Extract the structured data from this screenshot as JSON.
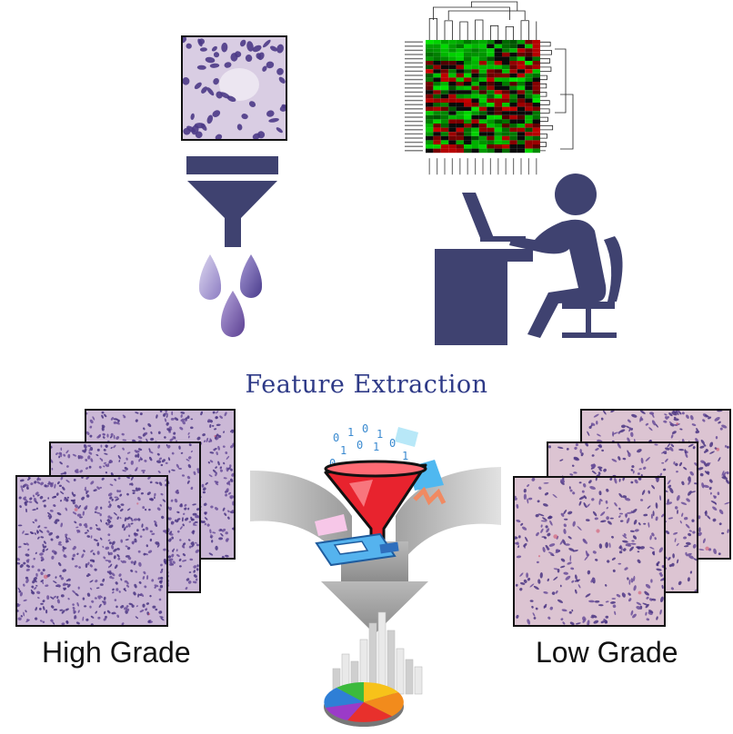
{
  "title": "Feature Extraction",
  "labels": {
    "high_grade": "High Grade",
    "low_grade": "Low Grade"
  },
  "colors": {
    "icon_navy": "#3f4270",
    "title_blue": "#2e3a87",
    "stain_purple": "#5a3f8c",
    "heatmap_green": "#19c819",
    "heatmap_red": "#c81919",
    "funnel_red": "#e8232e"
  },
  "icons": [
    "funnel-icon",
    "droplet-icon",
    "person-at-computer-icon",
    "dendrogram-heatmap",
    "data-funnel-icon",
    "bar-chart-icon",
    "pie-chart-icon",
    "arrow-icon"
  ]
}
